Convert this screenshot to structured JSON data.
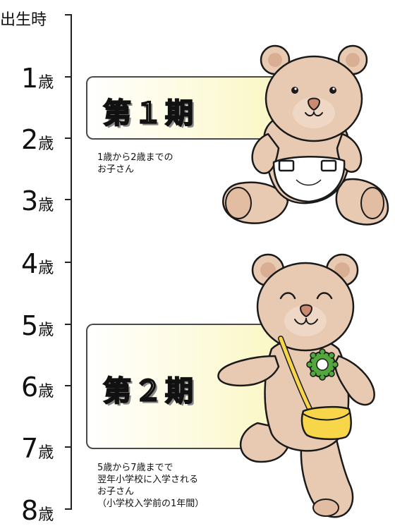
{
  "axis": {
    "birth_label": "出生時",
    "ages": [
      {
        "num": "1",
        "unit": "歳"
      },
      {
        "num": "2",
        "unit": "歳"
      },
      {
        "num": "3",
        "unit": "歳"
      },
      {
        "num": "4",
        "unit": "歳"
      },
      {
        "num": "5",
        "unit": "歳"
      },
      {
        "num": "6",
        "unit": "歳"
      },
      {
        "num": "7",
        "unit": "歳"
      },
      {
        "num": "8",
        "unit": "歳"
      }
    ]
  },
  "periods": [
    {
      "title": "第１期",
      "range": [
        1,
        2
      ],
      "description": [
        "1歳から2歳までの",
        "お子さん"
      ]
    },
    {
      "title": "第２期",
      "range": [
        5,
        7
      ],
      "description": [
        "5歳から7歳までで",
        "翌年小学校に入学される",
        "お子さん",
        "（小学校入学前の1年間）"
      ]
    }
  ],
  "colors": {
    "bear_fur": "#e8cab3",
    "bear_outline": "#1a1a1a",
    "bear_nose": "#c98a70",
    "diaper": "#ffffff",
    "bag": "#f7d64a",
    "badge": "#52a83c",
    "box_fill": "#faf7c4"
  },
  "icons": [
    "teddy-bear-in-diaper-icon",
    "teddy-bear-with-bag-icon"
  ]
}
